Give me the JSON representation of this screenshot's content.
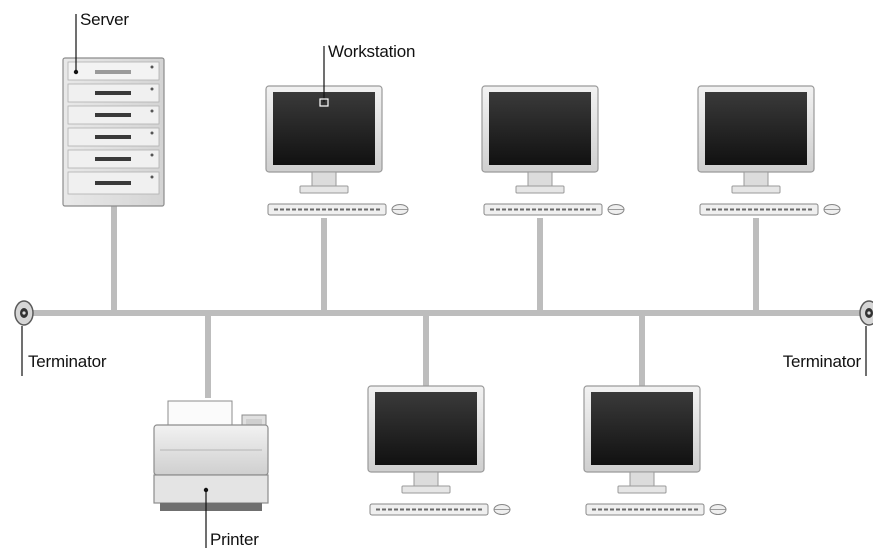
{
  "labels": {
    "server": "Server",
    "workstation": "Workstation",
    "terminator_left": "Terminator",
    "terminator_right": "Terminator",
    "printer": "Printer"
  },
  "colors": {
    "cable": "#bdbdbd",
    "screen": "#1c1c1c",
    "device_frame": "#e2e2e2",
    "device_border": "#9a9a9a"
  }
}
